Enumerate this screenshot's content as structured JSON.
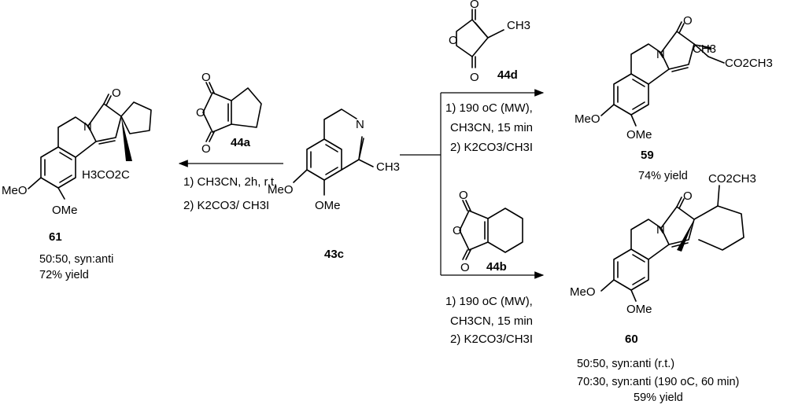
{
  "reagents": {
    "r44a": {
      "id": "44a"
    },
    "r44b": {
      "id": "44b"
    },
    "r44d": {
      "id": "44d",
      "methyl": "CH3"
    }
  },
  "starting_material": {
    "id": "43c",
    "methyl": "CH3",
    "methoxy_a": "MeO",
    "methoxy_b": "OMe",
    "nitrogen": "N"
  },
  "conditions": {
    "left": {
      "line1": "1) CH3CN, 2h, r.t.",
      "line2": "2) K2CO3/ CH3I"
    },
    "upper_right": {
      "line1": "1) 190 oC (MW),",
      "line2": "CH3CN, 15 min",
      "line3": "2) K2CO3/CH3I"
    },
    "lower_right": {
      "line1": "1) 190 oC (MW),",
      "line2": "CH3CN, 15 min",
      "line3": "2) K2CO3/CH3I"
    }
  },
  "products": {
    "p59": {
      "id": "59",
      "yield": "74% yield",
      "methyl": "CH3",
      "ester": "CO2CH3",
      "methoxy_a": "MeO",
      "methoxy_b": "OMe",
      "nitrogen": "N",
      "oxygen": "O"
    },
    "p60": {
      "id": "60",
      "ratio1": "50:50, syn:anti (r.t.)",
      "ratio2": "70:30, syn:anti (190 oC, 60 min)",
      "yield": "59% yield",
      "ester": "CO2CH3",
      "methoxy_a": "MeO",
      "methoxy_b": "OMe",
      "nitrogen": "N",
      "oxygen": "O"
    },
    "p61": {
      "id": "61",
      "ratio": "50:50, syn:anti",
      "yield": "72% yield",
      "ester": "H3CO2C",
      "methoxy_a": "MeO",
      "methoxy_b": "OMe",
      "nitrogen": "N",
      "oxygen": "O"
    }
  }
}
